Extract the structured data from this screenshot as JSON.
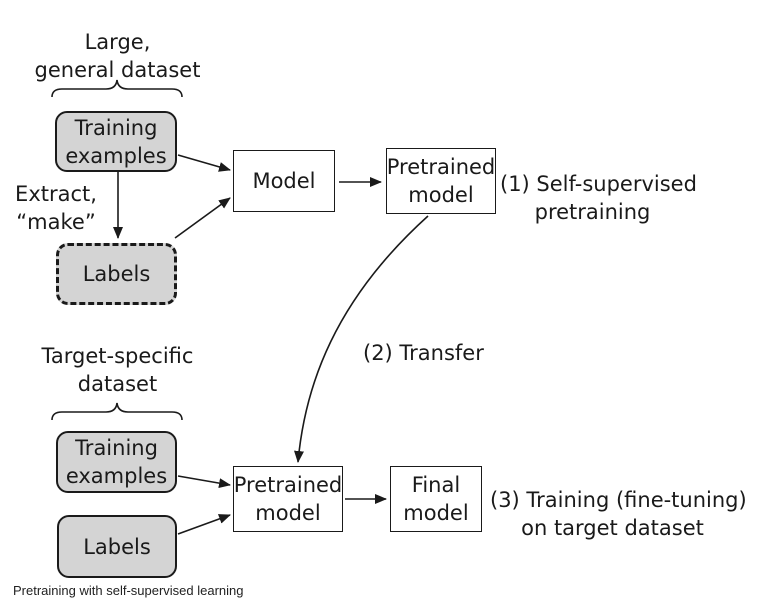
{
  "top": {
    "dataset_label": [
      "Large,",
      "general dataset"
    ],
    "training_examples": [
      "Training",
      "examples"
    ],
    "extract_label": [
      "Extract,",
      "“make”"
    ],
    "labels": "Labels",
    "model": "Model",
    "pretrained_model": [
      "Pretrained",
      "model"
    ],
    "step_label": [
      "(1) Self-supervised",
      "pretraining"
    ]
  },
  "transfer_label": "(2) Transfer",
  "bottom": {
    "dataset_label": [
      "Target-specific",
      "dataset"
    ],
    "training_examples": [
      "Training",
      "examples"
    ],
    "labels": "Labels",
    "pretrained_model": [
      "Pretrained",
      "model"
    ],
    "final_model": [
      "Final",
      "model"
    ],
    "step_label": [
      "(3) Training (fine-tuning)",
      "on target dataset"
    ]
  },
  "caption": "Pretraining with self-supervised learning"
}
